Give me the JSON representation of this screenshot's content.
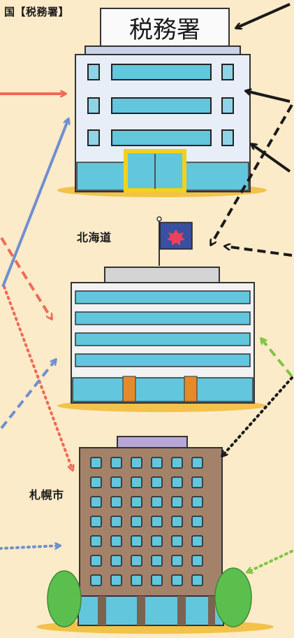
{
  "labels": {
    "national": "国【税務署】",
    "hokkaido": "北海道",
    "sapporo": "札幌市"
  },
  "buildings": {
    "tax_office": {
      "sign": "税務署"
    }
  },
  "colors": {
    "background": "#fcebc9",
    "arrow_red": "#ef6a56",
    "arrow_blue": "#6f8fd0",
    "arrow_green": "#7dc642",
    "arrow_black": "#1a1a1a",
    "window_blue": "#62c6dc",
    "brick": "#a4826a",
    "door_yellow": "#f0d21a",
    "door_orange": "#e58a2a",
    "tree_green": "#5bbf4e",
    "flag_red": "#e9425a",
    "flag_blue": "#3a4fa0"
  }
}
